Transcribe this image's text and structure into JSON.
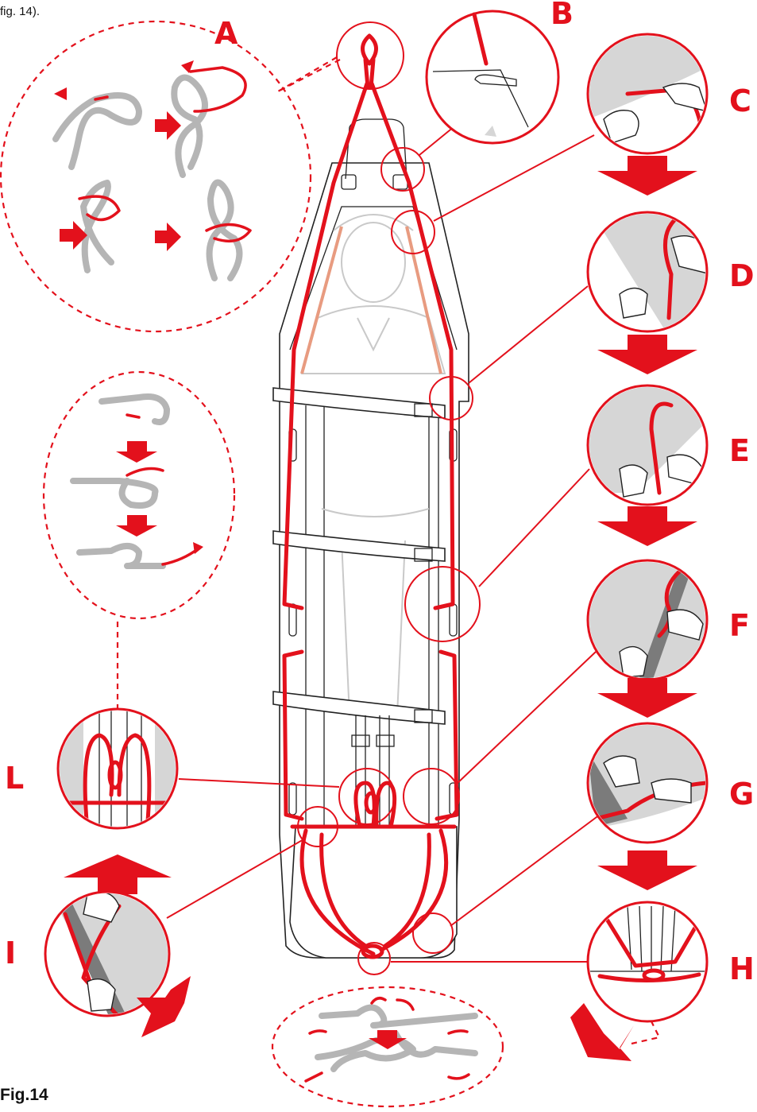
{
  "caption_top": "fig. 14).",
  "figure_label": "Fig.14",
  "steps": {
    "A": "A",
    "B": "B",
    "C": "C",
    "D": "D",
    "E": "E",
    "F": "F",
    "G": "G",
    "H": "H",
    "I": "I",
    "L": "L"
  },
  "colors": {
    "accent_red": "#e3111c",
    "rope_grey": "#8f8f8f",
    "outline": "#222222",
    "panel_grey": "#d6d6d6"
  }
}
